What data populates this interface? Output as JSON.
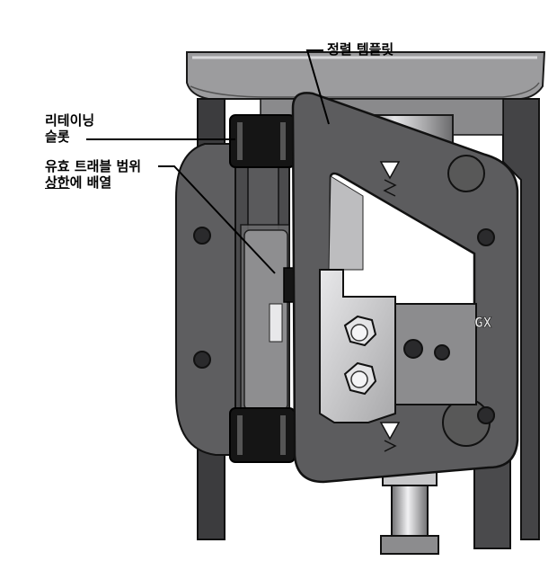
{
  "labels": {
    "alignment_template": "정렬 템플릿",
    "retaining_slot_line1": "리테이닝",
    "retaining_slot_line2": "슬롯",
    "flow_range_line1": "유효 트래블 범위",
    "flow_range_upper": "상한",
    "flow_range_rest": "에 배열"
  },
  "bracket_mark": "GX",
  "colors": {
    "bracket": "#5c5c5e",
    "bracket_dark": "#3a3a3c",
    "cylinder": "#b8b8ba",
    "housing": "#9a9a9c",
    "block": "#d4d4d6",
    "clip": "#141414",
    "text": "#000000"
  }
}
